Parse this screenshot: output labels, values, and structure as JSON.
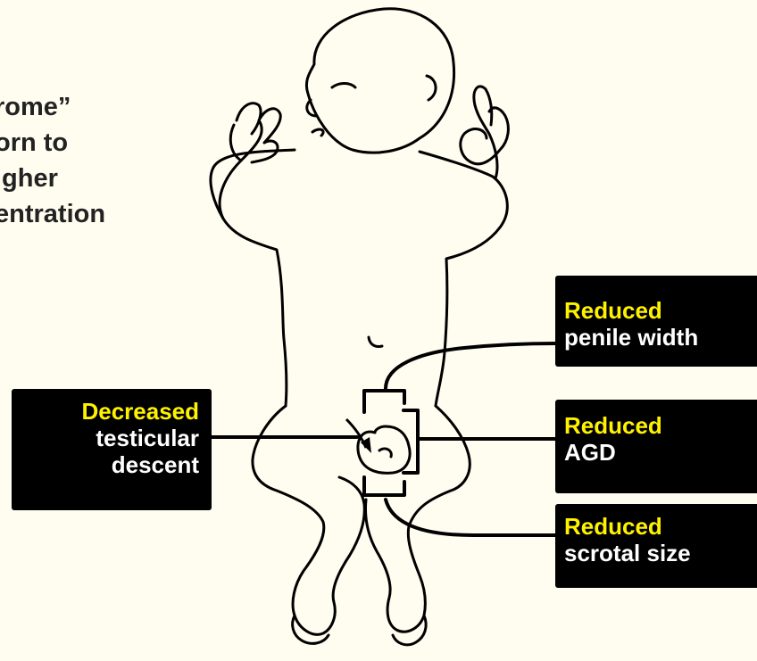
{
  "headline": [
    "rome”",
    "orn to",
    "igher",
    "entration"
  ],
  "callouts": {
    "testicular": {
      "keyword": "Decreased",
      "lines": [
        "testicular",
        "descent"
      ]
    },
    "penile": {
      "keyword": "Reduced",
      "text": "penile width"
    },
    "agd": {
      "keyword": "Reduced",
      "text": "AGD"
    },
    "scrotal": {
      "keyword": "Reduced",
      "text": "scrotal size"
    }
  },
  "colors": {
    "background": "#fffdf0",
    "box": "#000000",
    "keyword": "#fff200",
    "box_text": "#ffffff",
    "line": "#000000"
  }
}
